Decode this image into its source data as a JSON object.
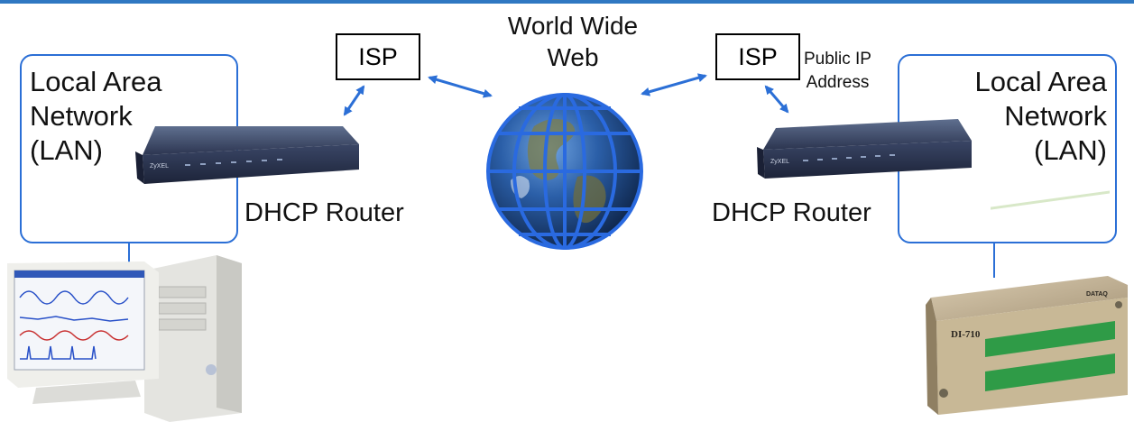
{
  "left": {
    "lan_lines": [
      "Local Area",
      "Network",
      "(LAN)"
    ],
    "isp": "ISP",
    "router": "DHCP Router"
  },
  "right": {
    "lan_lines": [
      "Local Area",
      "Network",
      "(LAN)"
    ],
    "isp": "ISP",
    "router": "DHCP Router",
    "public_ip_lines": [
      "Public IP",
      "Address"
    ],
    "device_label": "DI-710",
    "device_brand": "DATAQ"
  },
  "center": {
    "www_lines": [
      "World Wide",
      "Web"
    ]
  },
  "colors": {
    "accent": "#2b6fd6",
    "arrow": "#2b6fd6",
    "globe": "#1f4f8f"
  }
}
